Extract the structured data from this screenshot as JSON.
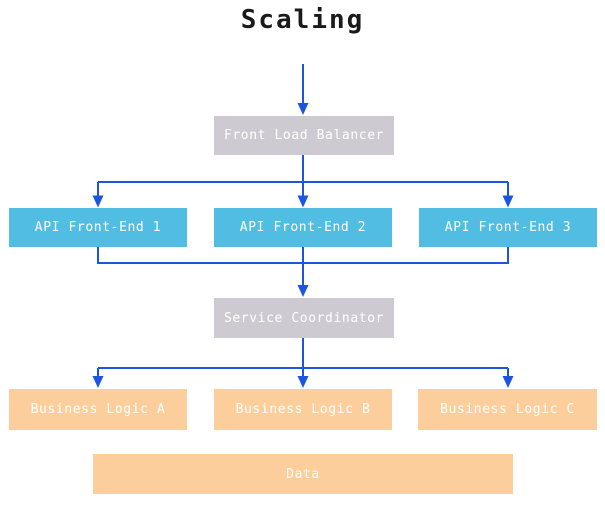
{
  "title": "Scaling",
  "palette": {
    "edge_blue": "#1e55e0",
    "node_gray": "#cdcbd1",
    "node_blue": "#52bde2",
    "node_orange": "#fcce9b",
    "node_text": "#ffffff",
    "title_text": "#1a1a1a",
    "background": "#ffffff"
  },
  "diagram": {
    "type": "flowchart",
    "nodes": {
      "front_load_balancer": {
        "label": "Front Load Balancer",
        "kind": "coordinator",
        "color": "#cdcbd1"
      },
      "api_front_end_1": {
        "label": "API Front-End 1",
        "kind": "api",
        "color": "#52bde2"
      },
      "api_front_end_2": {
        "label": "API Front-End 2",
        "kind": "api",
        "color": "#52bde2"
      },
      "api_front_end_3": {
        "label": "API Front-End 3",
        "kind": "api",
        "color": "#52bde2"
      },
      "service_coordinator": {
        "label": "Service Coordinator",
        "kind": "coordinator",
        "color": "#cdcbd1"
      },
      "business_logic_a": {
        "label": "Business Logic A",
        "kind": "logic",
        "color": "#fcce9b"
      },
      "business_logic_b": {
        "label": "Business Logic B",
        "kind": "logic",
        "color": "#fcce9b"
      },
      "business_logic_c": {
        "label": "Business Logic C",
        "kind": "logic",
        "color": "#fcce9b"
      },
      "data": {
        "label": "Data",
        "kind": "storage",
        "color": "#fcce9b"
      }
    },
    "edges": [
      {
        "from": "start",
        "to": "front_load_balancer"
      },
      {
        "from": "front_load_balancer",
        "to": "api_front_end_1"
      },
      {
        "from": "front_load_balancer",
        "to": "api_front_end_2"
      },
      {
        "from": "front_load_balancer",
        "to": "api_front_end_3"
      },
      {
        "from": "api_front_end_1",
        "to": "service_coordinator"
      },
      {
        "from": "api_front_end_2",
        "to": "service_coordinator"
      },
      {
        "from": "api_front_end_3",
        "to": "service_coordinator"
      },
      {
        "from": "service_coordinator",
        "to": "business_logic_a"
      },
      {
        "from": "service_coordinator",
        "to": "business_logic_b"
      },
      {
        "from": "service_coordinator",
        "to": "business_logic_c"
      }
    ]
  }
}
